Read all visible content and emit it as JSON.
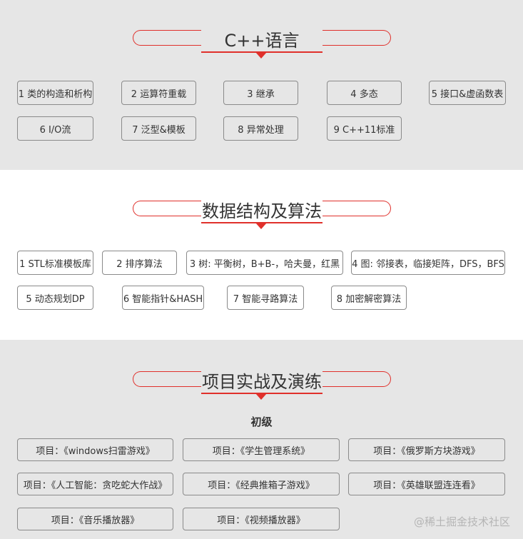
{
  "cpp": {
    "title": "C++语言",
    "items": [
      "1 类的构造和析构",
      "2 运算符重载",
      "3 继承",
      "4 多态",
      "5 接口&虚函数表",
      "6 I/O流",
      "7 泛型&模板",
      "8 异常处理",
      "9 C++11标准"
    ]
  },
  "ds": {
    "title": "数据结构及算法",
    "items": [
      "1 STL标准模板库",
      "2 排序算法",
      "3 树: 平衡树，B+B-，哈夫曼，红黑",
      "4 图: 邻接表，临接矩阵，DFS，BFS",
      "5 动态规划DP",
      "6 智能指针&HASH",
      "7 智能寻路算法",
      "8 加密解密算法"
    ]
  },
  "proj": {
    "title": "项目实战及演练",
    "level": "初级",
    "items": [
      "项目：《windows扫雷游戏》",
      "项目：《学生管理系统》",
      "项目：《俄罗斯方块游戏》",
      "项目：《人工智能：贪吃蛇大作战》",
      "项目：《经典推箱子游戏》",
      "项目：《英雄联盟连连看》",
      "项目：《音乐播放器》",
      "项目：《视频播放器》"
    ]
  },
  "watermark": "@稀土掘金技术社区",
  "colors": {
    "accent": "#e0302b",
    "gray_bg": "#e6e6e6"
  }
}
